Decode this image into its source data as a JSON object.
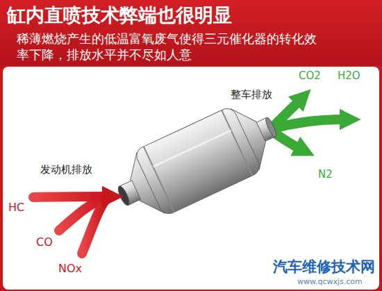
{
  "diagram": {
    "title": "缸内直喷技术弊端也很明显",
    "labels": [
      "稀薄燃烧产生的低温富氧废气使得三元催化器的转化效率下降，排放水平并不尽如人意",
      "发动机排放",
      "HC",
      "CO",
      "NOx",
      "整车排放",
      "CO2",
      "H2O",
      "N2",
      "汽车维修技术网",
      "www.qcwxjs.com"
    ]
  }
}
